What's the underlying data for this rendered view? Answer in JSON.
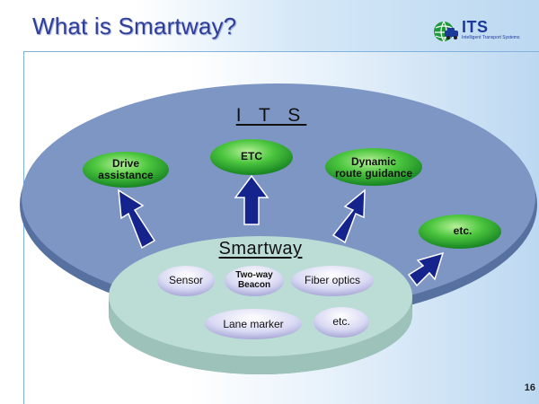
{
  "slide": {
    "title": "What is Smartway?",
    "page_number": "16"
  },
  "logo": {
    "text": "ITS",
    "subtitle": "Intelligent Transport Systems"
  },
  "diagram": {
    "outer_label": "I T S",
    "inner_label": "Smartway",
    "its_services": [
      "Drive assistance",
      "ETC",
      "Dynamic route guidance",
      "etc."
    ],
    "its_services_lines": {
      "drive_assistance": [
        "Drive",
        "assistance"
      ],
      "etc": "ETC",
      "dynamic_route_guidance": [
        "Dynamic",
        "route guidance"
      ],
      "etc_more": "etc."
    },
    "smartway_components": {
      "sensor": "Sensor",
      "two_way_beacon": [
        "Two-way",
        "Beacon"
      ],
      "fiber_optics": "Fiber optics",
      "lane_marker": "Lane marker",
      "etc": "etc."
    },
    "colors": {
      "outer_disc": "#7d96c4",
      "inner_disc": "#bcdcd6",
      "green_pill": "#33b233",
      "lavender_pill": "#cfcfee",
      "arrow": "#15238c",
      "title": "#2f3f99"
    }
  }
}
